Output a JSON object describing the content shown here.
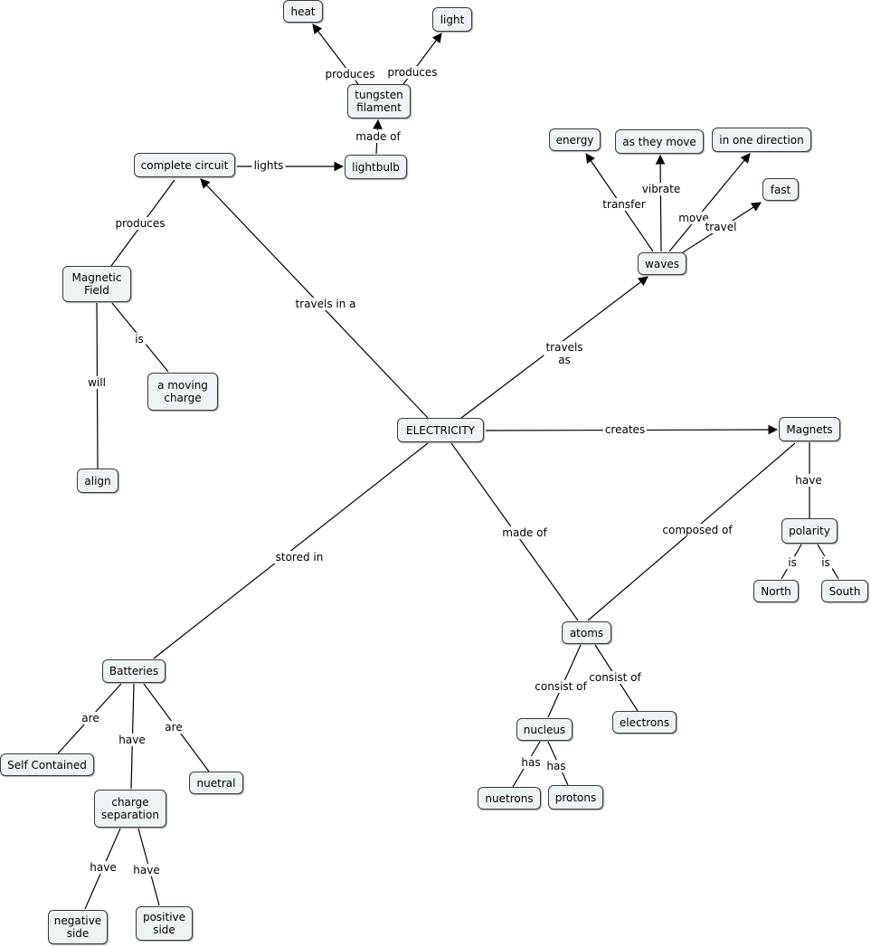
{
  "nodes": {
    "electricity": "ELECTRICITY",
    "complete_circuit": "complete circuit",
    "lightbulb": "lightbulb",
    "tungsten_filament": "tungsten\nfilament",
    "heat": "heat",
    "light": "light",
    "magnetic_field": "Magnetic\nField",
    "a_moving_charge": "a moving\ncharge",
    "align": "align",
    "waves": "waves",
    "energy": "energy",
    "as_they_move": "as they move",
    "in_one_direction": "in one direction",
    "fast": "fast",
    "magnets": "Magnets",
    "polarity": "polarity",
    "north": "North",
    "south": "South",
    "atoms": "atoms",
    "nucleus": "nucleus",
    "electrons": "electrons",
    "nuetrons": "nuetrons",
    "protons": "protons",
    "batteries": "Batteries",
    "self_contained": "Self Contained",
    "charge_separation": "charge\nseparation",
    "nuetral": "nuetral",
    "negative_side": "negative\nside",
    "positive_side": "positive\nside"
  },
  "links": {
    "travels_in_a": "travels in  a",
    "lights": "lights",
    "made_of_filament": "made of",
    "produces_heat": "produces",
    "produces_light": "produces",
    "produces_field": "produces",
    "is_moving_charge": "is",
    "will_align": "will",
    "travels_as": "travels\nas",
    "transfer": "transfer",
    "vibrate": "vibrate",
    "move": "move",
    "travel": "travel",
    "creates": "creates",
    "have_polarity": "have",
    "is_north": "is",
    "is_south": "is",
    "made_of_atoms": "made of",
    "composed_of": "composed of",
    "consist_of_nucleus": "consist of",
    "consist_of_electrons": "consist of",
    "has_nuetrons": "has",
    "has_protons": "has",
    "stored_in": "stored in",
    "are_self_contained": "are",
    "have_charge_separation": "have",
    "are_nuetral": "are",
    "have_negative": "have",
    "have_positive": "have"
  }
}
